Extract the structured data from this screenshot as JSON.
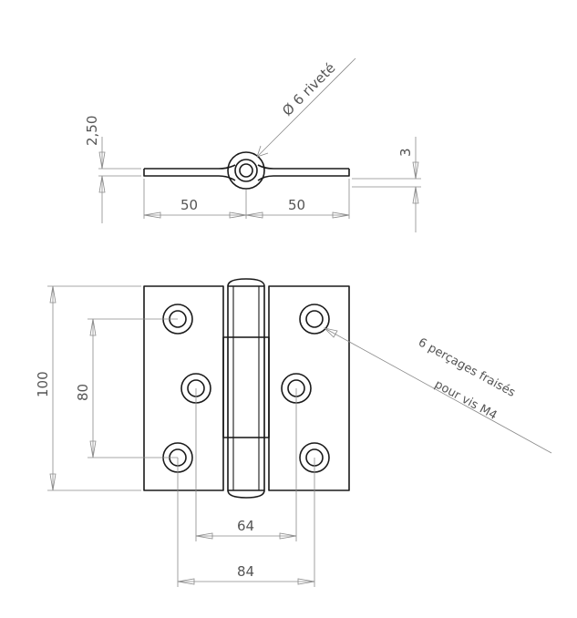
{
  "top_view": {
    "thickness_left": "2,50",
    "thickness_right": "3",
    "wing_left": "50",
    "wing_right": "50",
    "rivet_callout": "Ø 6 riveté"
  },
  "front_view": {
    "height": "100",
    "hole_spacing_vertical": "80",
    "inner_spacing": "64",
    "outer_spacing": "84",
    "hole_note_line1": "6 perçages fraisés",
    "hole_note_line2": "pour vis M4"
  }
}
